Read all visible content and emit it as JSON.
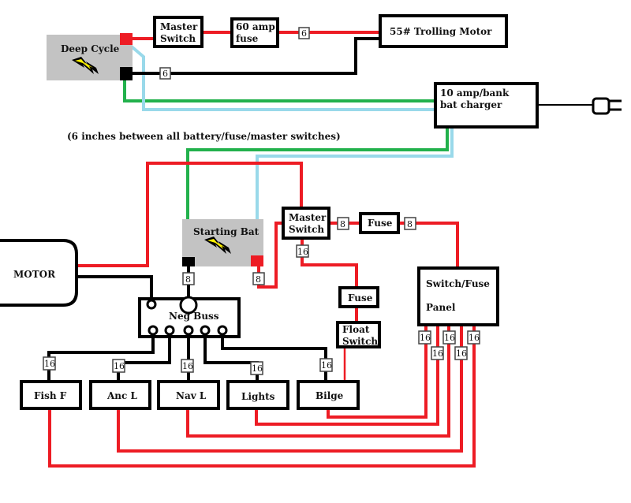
{
  "components": {
    "deep_cycle": "Deep Cycle",
    "master_switch_top": [
      "Master",
      "Switch"
    ],
    "fuse_60": [
      "60 amp",
      "fuse"
    ],
    "trolling_motor": "55# Trolling Motor",
    "charger": [
      "10 amp/bank",
      "bat charger"
    ],
    "note": "(6 inches between all battery/fuse/master switches)",
    "motor": "MOTOR",
    "starting_bat": "Starting Bat",
    "master_switch_bottom": [
      "Master",
      "Switch"
    ],
    "fuse_main": "Fuse",
    "fuse_bilge": "Fuse",
    "float_switch": [
      "Float",
      "Switch"
    ],
    "panel": [
      "Switch/Fuse",
      "Panel"
    ],
    "neg_buss": "Neg Buss",
    "loads": [
      "Fish F",
      "Anc L",
      "Nav L",
      "Lights",
      "Bilge"
    ]
  },
  "gauges": {
    "g6": "6",
    "g8": "8",
    "g16": "16"
  },
  "colors": {
    "positive": "#ed1c24",
    "negative": "#000000",
    "charger_neg": "#22b14c",
    "charger_pos": "#99d9ea",
    "battery": "#c3c3c3",
    "bolt": "#fff200"
  }
}
